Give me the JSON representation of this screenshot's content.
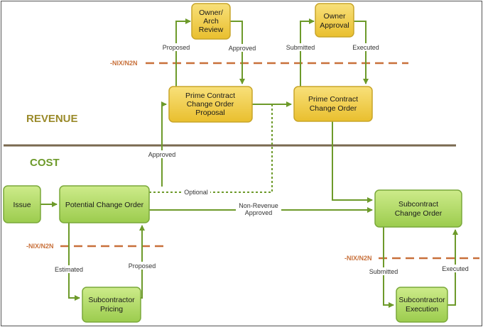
{
  "colors": {
    "revenue_section": "#9a8a2a",
    "cost_section": "#6d9a2a",
    "divider": "#7a6a50",
    "nix_line": "#c8703a",
    "arrow_green": "#6d9a2a",
    "yellow_fill": "#f2cf4a",
    "yellow_stroke": "#c8a52a",
    "green_fill": "#b5dc6a",
    "green_stroke": "#7aa83a"
  },
  "sections": {
    "revenue": "REVENUE",
    "cost": "COST"
  },
  "nodes": {
    "owner_arch_review": [
      "Owner/",
      "Arch",
      "Review"
    ],
    "owner_approval": [
      "Owner",
      "Approval"
    ],
    "prime_contract_co_proposal": [
      "Prime Contract",
      "Change Order",
      "Proposal"
    ],
    "prime_contract_co": [
      "Prime Contract",
      "Change Order"
    ],
    "issue": [
      "Issue"
    ],
    "potential_change_order": [
      "Potential Change Order"
    ],
    "subcontractor_pricing": [
      "Subcontractor",
      "Pricing"
    ],
    "subcontract_co": [
      "Subcontract",
      "Change Order"
    ],
    "subcontractor_execution": [
      "Subcontractor",
      "Execution"
    ]
  },
  "nix_label": "-NIX/N2N",
  "edge_labels": {
    "proposed_top": "Proposed",
    "approved_top": "Approved",
    "submitted_top": "Submitted",
    "executed_top": "Executed",
    "approved_mid": "Approved",
    "optional": "Optional",
    "non_revenue": [
      "Non-Revenue",
      "Approved"
    ],
    "estimated": "Estimated",
    "proposed_bottom": "Proposed",
    "submitted_bottom": "Submitted",
    "executed_bottom": "Executed"
  }
}
